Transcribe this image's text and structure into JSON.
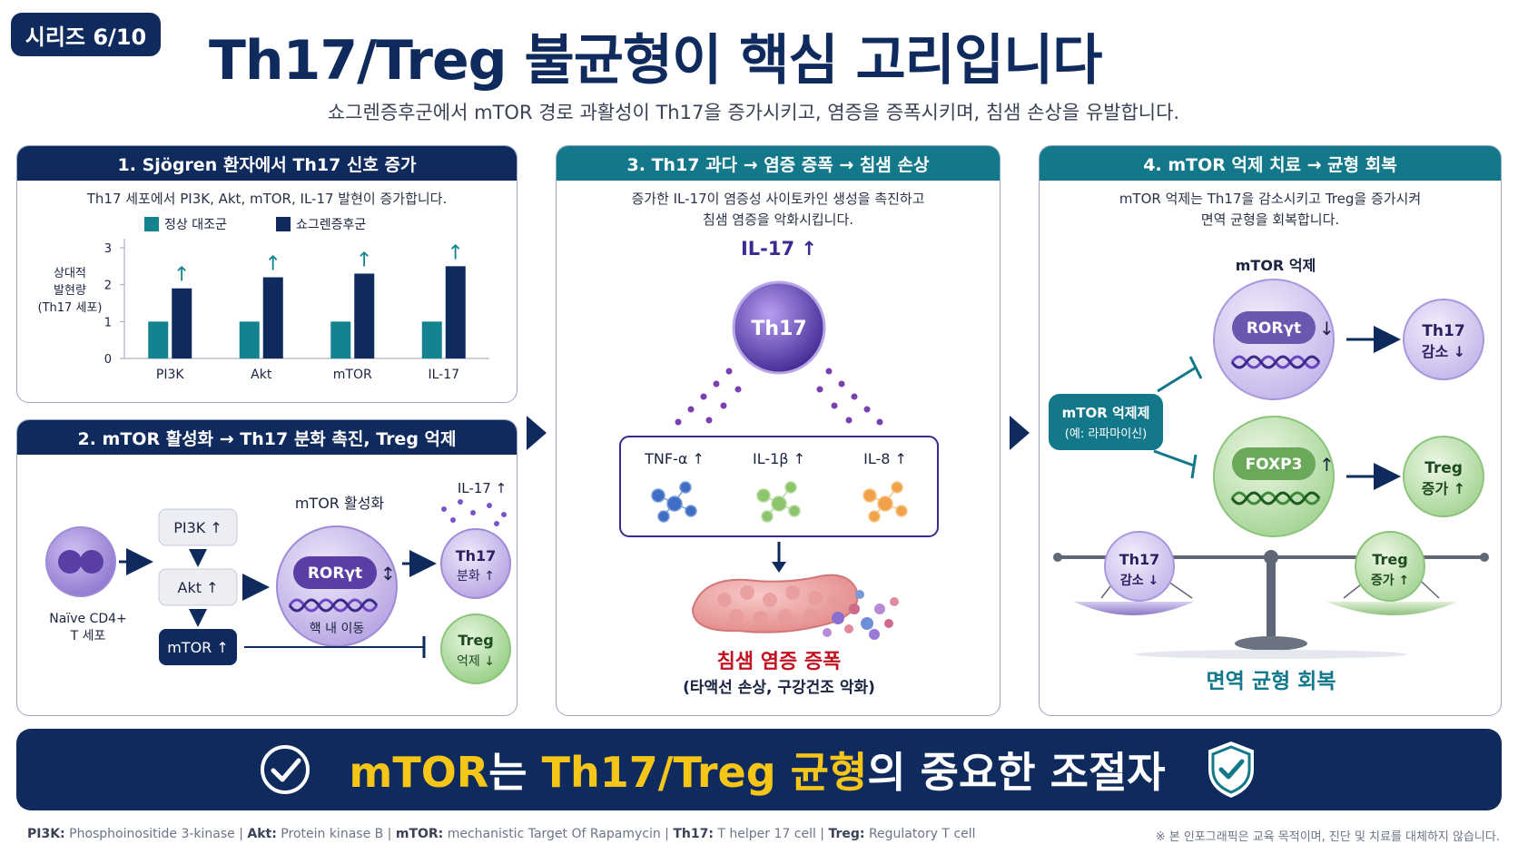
{
  "series_badge": "시리즈 6/10",
  "title": "Th17/Treg 불균형이 핵심 고리입니다",
  "subtitle": "쇼그렌증후군에서 mTOR 경로 과활성이 Th17을 증가시키고, 염증을 증폭시키며, 침샘 손상을 유발합니다.",
  "panel1": {
    "title": "1. Sjögren 환자에서 Th17 신호 증가",
    "desc": "Th17 세포에서 PI3K, Akt, mTOR, IL-17 발현이 증가합니다."
  },
  "chart_data": {
    "type": "bar",
    "categories": [
      "PI3K",
      "Akt",
      "mTOR",
      "IL-17"
    ],
    "series": [
      {
        "name": "정상 대조군",
        "values": [
          1.0,
          1.0,
          1.0,
          1.0
        ]
      },
      {
        "name": "쇼그렌증후군",
        "values": [
          1.9,
          2.2,
          2.3,
          2.5
        ]
      }
    ],
    "ylim": [
      0,
      3
    ],
    "yticks": [
      "0",
      "1",
      "2",
      "3"
    ],
    "ylabel_lines": [
      "상대적",
      "발현량",
      "(Th17 세포)"
    ],
    "up_arrow": "↑",
    "colors": {
      "control": "#13848f",
      "sjogren": "#0f2a5c"
    }
  },
  "panel2": {
    "title": "2. mTOR 활성화 → Th17 분화 촉진, Treg 억제",
    "naive_cell": "Naïve CD4+",
    "naive_cell2": "T 세포",
    "pi3k": "PI3K ↑",
    "akt": "Akt ↑",
    "mtor": "mTOR ↑",
    "mtor_activation": "mTOR 활성화",
    "rorgt": "RORγt",
    "nuclear": "핵 내 이동",
    "il17": "IL-17 ↑",
    "th17_l1": "Th17",
    "th17_l2": "분화 ↑",
    "treg_l1": "Treg",
    "treg_l2": "억제 ↓"
  },
  "panel3": {
    "title": "3. Th17 과다 → 염증 증폭 → 침샘 손상",
    "desc1": "증가한 IL-17이 염증성 사이토카인 생성을 촉진하고",
    "desc2": "침샘 염증을 악화시킵니다.",
    "il17": "IL-17 ↑",
    "th17": "Th17",
    "tnf": "TNF-α ↑",
    "il1b": "IL-1β ↑",
    "il8": "IL-8 ↑",
    "result": "침샘 염증 증폭",
    "result_sub": "(타액선 손상, 구강건조 악화)"
  },
  "panel4": {
    "title": "4. mTOR 억제 치료 → 균형 회복",
    "desc1": "mTOR 억제는 Th17을 감소시키고 Treg을 증가시켜",
    "desc2": "면역 균형을 회복합니다.",
    "mtor_inhibition": "mTOR 억제",
    "inhibitor_l1": "mTOR 억제제",
    "inhibitor_l2": "(예: 라파마이신)",
    "rorgt": "RORγt",
    "foxp3": "FOXP3",
    "th17_l1": "Th17",
    "th17_l2": "감소 ↓",
    "treg_l1": "Treg",
    "treg_l2": "증가 ↑",
    "scale_th17_l1": "Th17",
    "scale_th17_l2": "감소 ↓",
    "scale_treg_l1": "Treg",
    "scale_treg_l2": "증가 ↑",
    "balance": "면역 균형 회복"
  },
  "banner": {
    "part1": "mTOR",
    "part2": "는 ",
    "part3": "Th17/Treg 균형",
    "part4": "의 중요한 조절자"
  },
  "footnote": {
    "k1": "PI3K:",
    "v1": " Phosphoinositide 3-kinase  |  ",
    "k2": "Akt:",
    "v2": " Protein kinase B  |  ",
    "k3": "mTOR:",
    "v3": " mechanistic Target Of Rapamycin  |  ",
    "k4": "Th17:",
    "v4": " T helper 17 cell  |  ",
    "k5": "Treg:",
    "v5": " Regulatory T cell"
  },
  "disclaimer": "※ 본 인포그래픽은 교육 목적이며, 진단 및 치료를 대체하지 않습니다."
}
